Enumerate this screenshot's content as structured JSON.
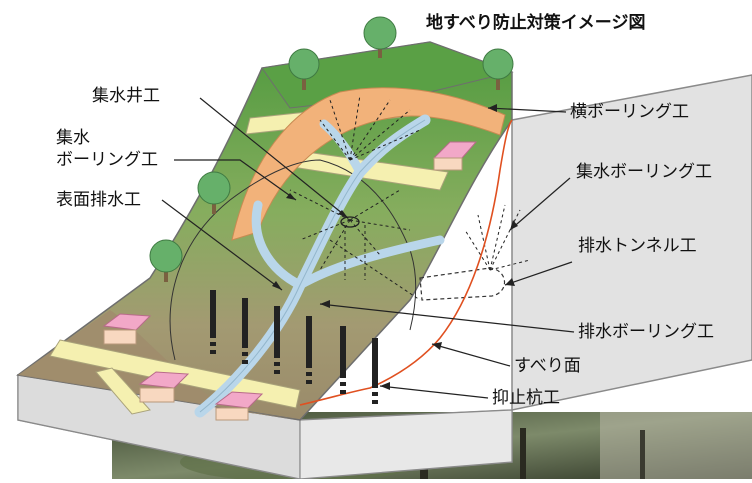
{
  "diagram": {
    "title": "地すべり防止対策イメージ図",
    "labels": {
      "shusui_ido": "集水井工",
      "shusui_boring_left_1": "集水",
      "shusui_boring_left_2": "ボーリング工",
      "hyomen_haisui": "表面排水工",
      "yoko_boring": "横ボーリング工",
      "shusui_boring_right": "集水ボーリング工",
      "haisui_tunnel": "排水トンネル工",
      "haisui_boring": "排水ボーリング工",
      "suberi_men": "すべり面",
      "yokushi_kui": "抑止杭工"
    },
    "colors": {
      "grass_top": "#5aa045",
      "grass_mid": "#7fae5a",
      "brown_slope": "#9a8a6a",
      "landslide_mass": "#f2b27a",
      "drainage_channel": "#b9d6ea",
      "road": "#f5f0b0",
      "block_face": "#e4e4e4",
      "slip_surface": "#e05020",
      "house_roof": "#f2a8c8",
      "house_wall": "#f8d8c0",
      "tree": "#66b06a",
      "pile": "#222222"
    },
    "icons": [
      "tree-icon",
      "house-icon"
    ]
  }
}
